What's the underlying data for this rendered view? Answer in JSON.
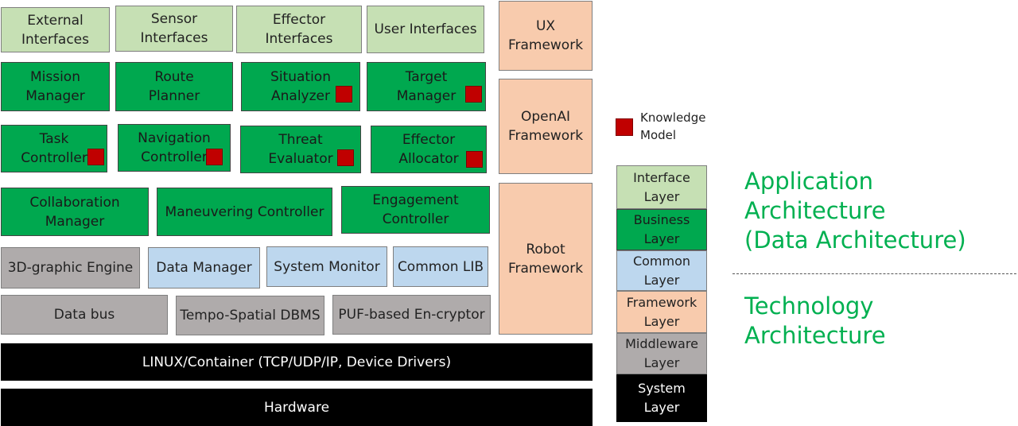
{
  "interfaces": {
    "external": "External\nInterfaces",
    "sensor": "Sensor\nInterfaces",
    "effector": "Effector Interfaces",
    "user": "User Interfaces"
  },
  "business": {
    "mission_manager": "Mission\nManager",
    "route_planner": "Route\nPlanner",
    "situation_analyzer": "Situation\nAnalyzer",
    "target_manager": "Target\nManager",
    "task_controller": "Task\nController",
    "navigation_controller": "Navigation\nController",
    "threat_evaluator": "Threat\nEvaluator",
    "effector_allocator": "Effector\nAllocator",
    "collaboration_manager": "Collaboration\nManager",
    "maneuvering_controller": "Maneuvering  Controller",
    "engagement_controller": "Engagement\nController"
  },
  "common": {
    "graphic_engine": "3D-graphic Engine",
    "data_manager": "Data Manager",
    "system_monitor": "System Monitor",
    "common_lib": "Common LIB"
  },
  "middleware": {
    "data_bus": "Data bus",
    "dbms": "Tempo-Spatial DBMS",
    "encryptor": "PUF-based En-cryptor"
  },
  "system": {
    "linux": "LINUX/Container (TCP/UDP/IP, Device Drivers)",
    "hardware": "Hardware"
  },
  "frameworks": {
    "ux": "UX\nFramework",
    "openai": "OpenAI\nFramework",
    "robot": "Robot\nFramework"
  },
  "legend": {
    "knowledge_model": "Knowledge\nModel"
  },
  "layers": {
    "interface": "Interface\nLayer",
    "business": "Business\nLayer",
    "common": "Common\nLayer",
    "framework": "Framework\nLayer",
    "middleware": "Middleware\nLayer",
    "system": "System\nLayer"
  },
  "labels": {
    "application": "Application\nArchitecture\n(Data Architecture)",
    "technology": "Technology\nArchitecture"
  },
  "colors": {
    "interface_layer": "#c6e0b4",
    "business_layer": "#00a84f",
    "common_layer": "#bdd7ee",
    "framework_layer": "#f8cbad",
    "middleware_layer": "#afabab",
    "system_layer": "#000000",
    "knowledge_model": "#c00000",
    "architecture_text": "#00b050"
  }
}
